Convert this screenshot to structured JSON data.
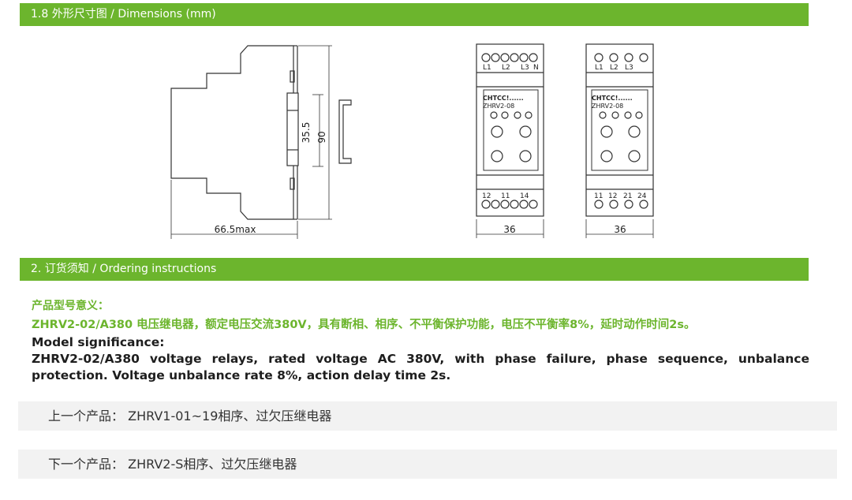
{
  "section1": {
    "title": "1.8 外形尺寸图 / Dimensions (mm)"
  },
  "drawing": {
    "height_dim": "90",
    "rail_dim": "35.5",
    "depth_dim": "66.5max",
    "width_dim_a": "36",
    "width_dim_b": "36",
    "brand_a": "CHTCC!......",
    "brand_b": "CHTCC!......",
    "model_a": "ZHRV2-08",
    "model_b": "ZHRV2-08",
    "terminals_top_a": [
      "L1",
      "L2",
      "L3",
      "N"
    ],
    "terminals_top_b": [
      "L1",
      "L2",
      "L3"
    ],
    "terminals_bottom_a": [
      "12",
      "11",
      "14"
    ],
    "terminals_bottom_b": [
      "11",
      "12",
      "21",
      "24"
    ]
  },
  "section2": {
    "title": "2. 订货须知 / Ordering instructions"
  },
  "ordering": {
    "cn_title": "产品型号意义：",
    "cn_desc": "ZHRV2-02/A380 电压继电器，额定电压交流380V，具有断相、相序、不平衡保护功能，电压不平衡率8%，延时动作时间2s。",
    "en_title": "Model significance:",
    "en_desc": "ZHRV2-02/A380 voltage relays, rated voltage AC 380V, with phase failure, phase sequence, unbalance protection. Voltage unbalance rate 8%, action delay time 2s."
  },
  "nav": {
    "prev_label": "上一个产品：",
    "prev_link": "ZHRV1-01~19相序、过欠压继电器",
    "next_label": "下一个产品：",
    "next_link": "ZHRV2-S相序、过欠压继电器"
  }
}
